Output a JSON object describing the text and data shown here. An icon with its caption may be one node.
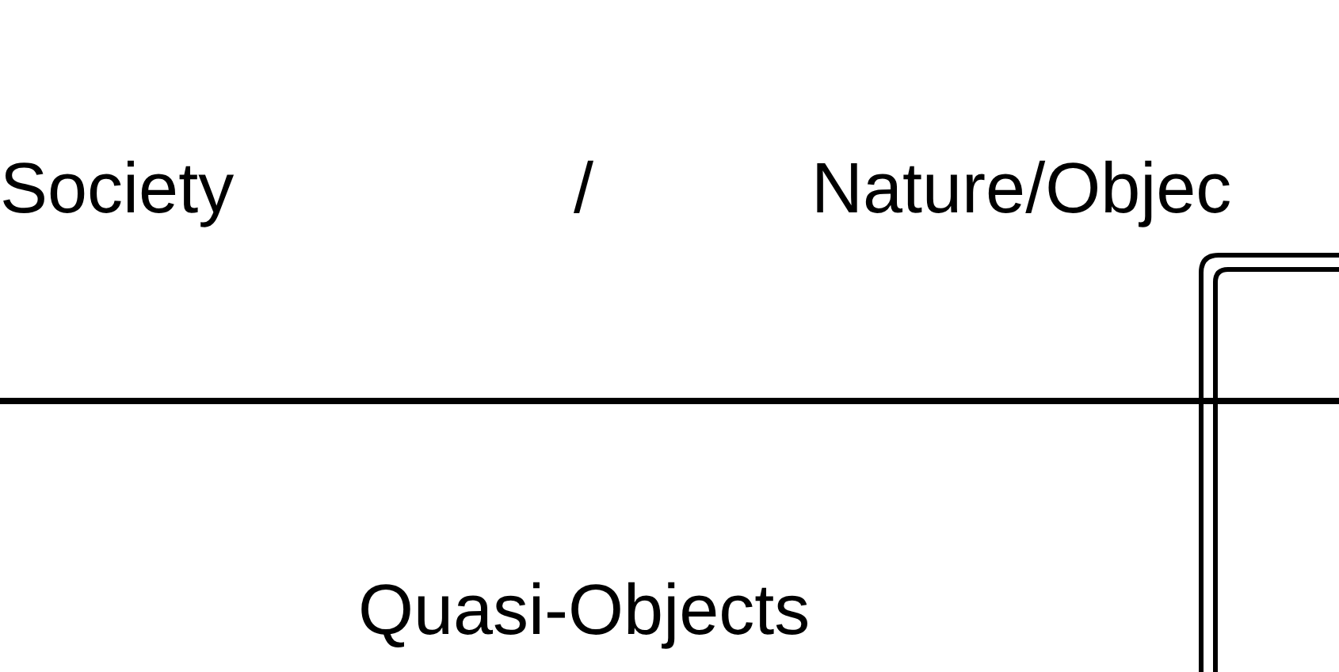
{
  "diagram": {
    "labels": [
      "Society",
      "/",
      "Nature/Objec",
      "Quasi-Objects"
    ]
  }
}
